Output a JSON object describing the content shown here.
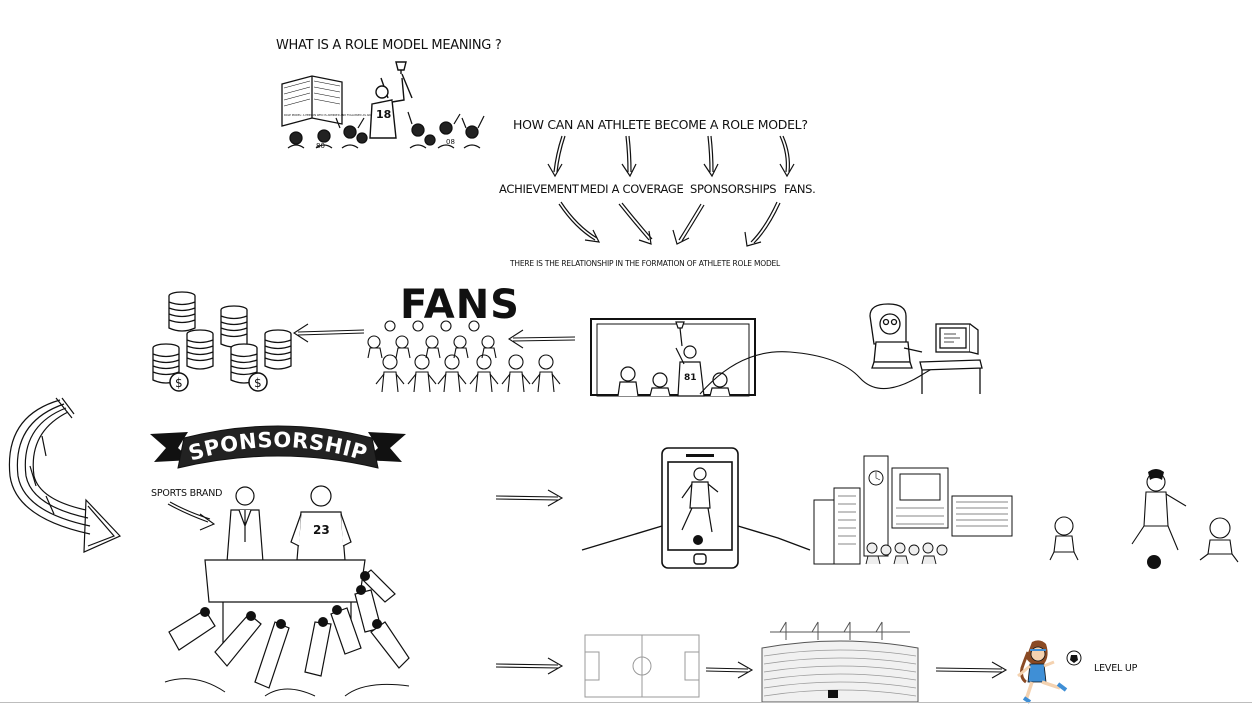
{
  "texts": {
    "q1": "WHAT IS A ROLE MODEL MEANING ?",
    "q2": "HOW CAN AN ATHLETE BECOME A ROLE MODEL?",
    "factors": [
      "ACHIEVEMENT",
      "MEDI A COVERAGE",
      "SPONSORSHIPS",
      "FANS."
    ],
    "relationship": "THERE IS THE RELATIONSHIP IN THE FORMATION OF ATHLETE ROLE MODEL",
    "fans": "FANS",
    "sponsorship": "SPONSORSHIP",
    "sports_brand": "SPORTS BRAND",
    "level_up": "LEVEL UP",
    "book_text": "ROLE MODEL: A PERSON WHO IS ADMIRED AND FOLLOWED AS AN EXAMPLE",
    "jersey_main": "18",
    "jersey_tv": "81",
    "jersey_sponsor": "23",
    "jersey_fan1": "80",
    "jersey_fan2": "08"
  },
  "colors": {
    "ink": "#111111",
    "player_blue": "#3f8fd6",
    "player_hair": "#8a4a24"
  }
}
